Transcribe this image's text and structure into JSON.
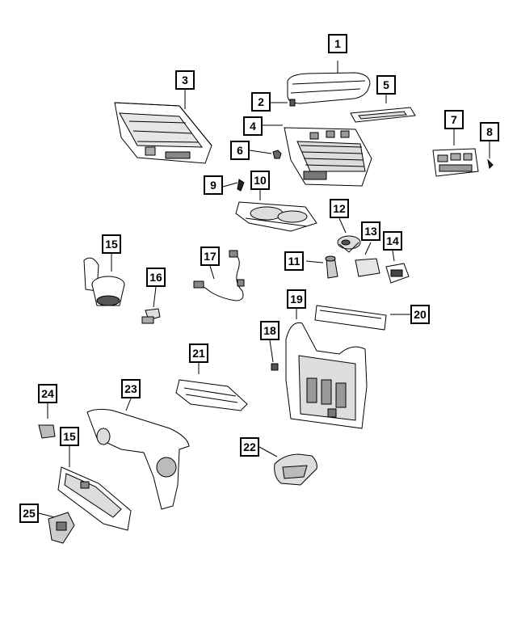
{
  "figure": {
    "callouts": [
      "1",
      "2",
      "3",
      "4",
      "5",
      "6",
      "7",
      "8",
      "9",
      "10",
      "11",
      "12",
      "13",
      "14",
      "15",
      "16",
      "17",
      "18",
      "19",
      "20",
      "21",
      "22",
      "23",
      "24",
      "15",
      "25"
    ]
  }
}
